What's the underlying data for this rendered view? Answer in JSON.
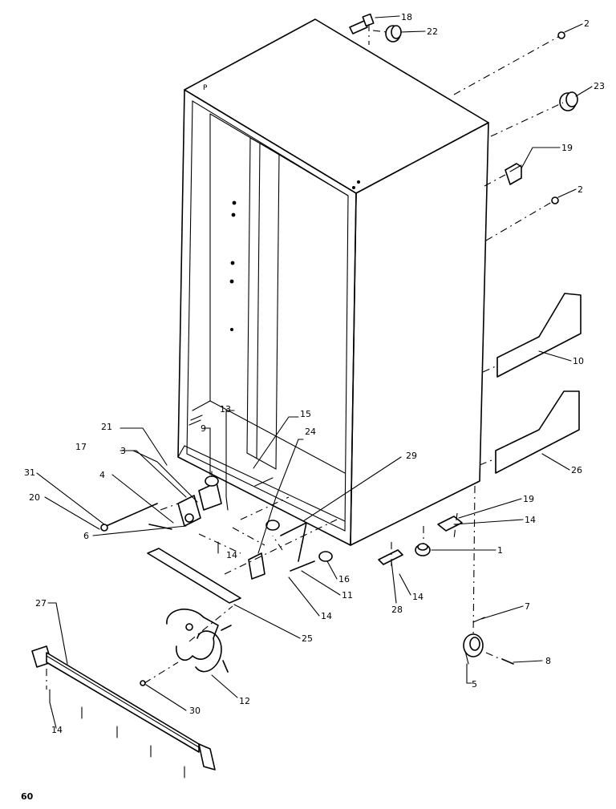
{
  "page_number": "60",
  "callouts": {
    "c1": "1",
    "c2a": "2",
    "c2b": "2",
    "c3": "3",
    "c4": "4",
    "c5": "5",
    "c6": "6",
    "c7": "7",
    "c8": "8",
    "c9": "9",
    "c10": "10",
    "c11": "11",
    "c12": "12",
    "c13": "13",
    "c14a": "14",
    "c14b": "14",
    "c14c": "14",
    "c14d": "14",
    "c14e": "14",
    "c15": "15",
    "c16": "16",
    "c17": "17",
    "c18": "18",
    "c19a": "19",
    "c19b": "19",
    "c20": "20",
    "c21": "21",
    "c22": "22",
    "c23": "23",
    "c24": "24",
    "c25": "25",
    "c26": "26",
    "c27": "27",
    "c28": "28",
    "c29": "29",
    "c30": "30",
    "c31": "31"
  }
}
